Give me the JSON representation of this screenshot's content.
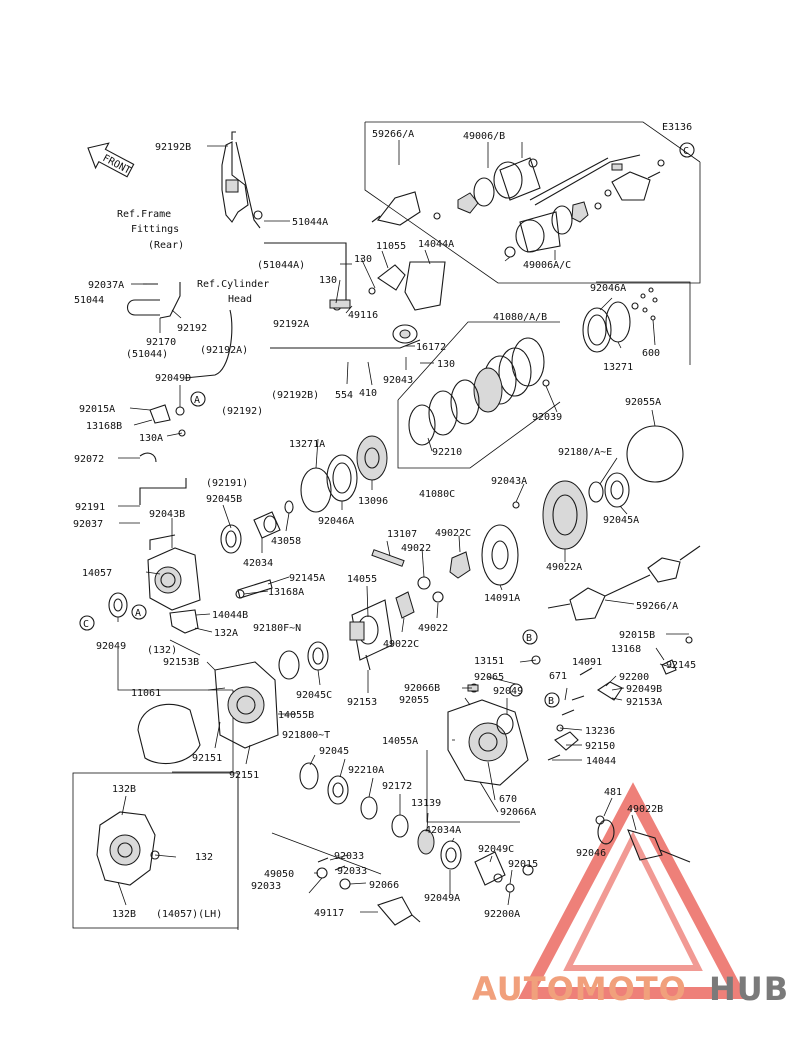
{
  "diagram_id": "E3136",
  "front_label": "FRONT",
  "ref_texts": {
    "frame_1": "Ref.Frame",
    "frame_2": "Fittings",
    "frame_3": "(Rear)",
    "cyl_1": "Ref.Cylinder",
    "cyl_2": "Head"
  },
  "callouts": {
    "a": "A",
    "b": "B",
    "c": "C"
  },
  "inset_caption": "(14057)(LH)",
  "watermark": {
    "brand_a": "AUTOMOTO",
    "brand_b": "HUB"
  },
  "colors": {
    "watermark_red": "#e8564c",
    "watermark_orange": "#f1a07c",
    "watermark_gray": "#7a7a7a",
    "line": "#111111"
  },
  "parts": [
    "59266/A",
    "49006/B",
    "11055",
    "14044A",
    "92192B",
    "51044A",
    "(51044A)",
    "130",
    "130",
    "49116",
    "92037A",
    "51044",
    "92192",
    "92170",
    "(51044)",
    "92192A",
    "(92192A)",
    "16172",
    "130",
    "92043",
    "554",
    "410",
    "(92192B)",
    "(92192)",
    "92049D",
    "92015A",
    "13168B",
    "130A",
    "92072",
    "(92191)",
    "92191",
    "92037",
    "92045B",
    "92043B",
    "13271A",
    "92046A",
    "13096",
    "43058",
    "42034",
    "14057",
    "92145A",
    "13168A",
    "14044B",
    "132A",
    "(132)",
    "92049",
    "41080/A/B",
    "92039",
    "92210",
    "41080C",
    "92046A",
    "13271",
    "600",
    "92055A",
    "92180/A~E",
    "92045A",
    "92043A",
    "13107",
    "49022C",
    "49022",
    "49022",
    "49022A",
    "14055",
    "14091A",
    "49022C",
    "59266/A",
    "92180F~N",
    "92045C",
    "92153",
    "92153B",
    "11061",
    "14055B",
    "92151",
    "92151",
    "921800~T",
    "92045",
    "92210A",
    "92172",
    "13139",
    "42034A",
    "49050",
    "92033",
    "92033",
    "92033",
    "92066",
    "49117",
    "92049C",
    "92015",
    "92049A",
    "92200A",
    "132B",
    "132",
    "132B",
    "13151",
    "92065",
    "92066B",
    "92055",
    "92049",
    "671",
    "14091",
    "92015B",
    "13168",
    "92145",
    "92200",
    "92049B",
    "92153A",
    "13236",
    "92150",
    "14044",
    "14055A",
    "670",
    "92066A",
    "481",
    "49022B",
    "92046",
    "49006A/C"
  ]
}
